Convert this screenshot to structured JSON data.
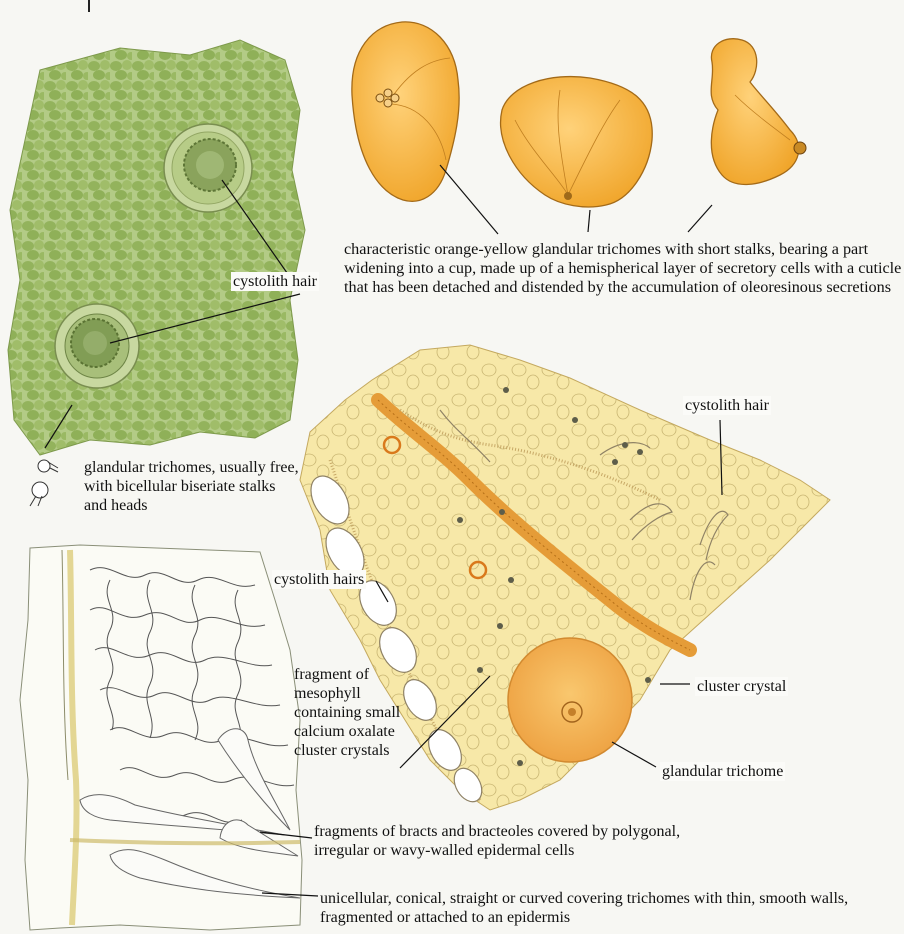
{
  "labels": {
    "cup_trichomes": "characteristic orange-yellow glandular trichomes with short stalks, bearing a part widening into a cup, made up of a hemispherical layer of secretory cells with a cuticle that has been detached and distended by the accumulation of oleoresinous secretions",
    "cystolith_hair_left": "cystolith hair",
    "glandular_free": "glandular trichomes, usually free, with bicellular biseriate stalks and heads",
    "cystolith_hair_right": "cystolith hair",
    "cystolith_hairs": "cystolith hairs",
    "mesophyll": "fragment of mesophyll containing small calcium oxalate cluster crystals",
    "cluster_crystal": "cluster crystal",
    "glandular_trichome": "glandular trichome",
    "bracts": "fragments of bracts and bracteoles covered by polygonal, irregular or wavy-walled epidermal cells",
    "covering_trichomes": "unicellular, conical, straight or curved covering trichomes with thin, smooth walls, fragmented or attached to an epidermis"
  },
  "colors": {
    "leaf_green": "#a9c278",
    "cell_green": "#9cb964",
    "trichome_orange": "#f6b73c",
    "mesophyll_yellow": "#f6e6a1",
    "vein_orange": "#e9a23c",
    "ink": "#111111"
  }
}
